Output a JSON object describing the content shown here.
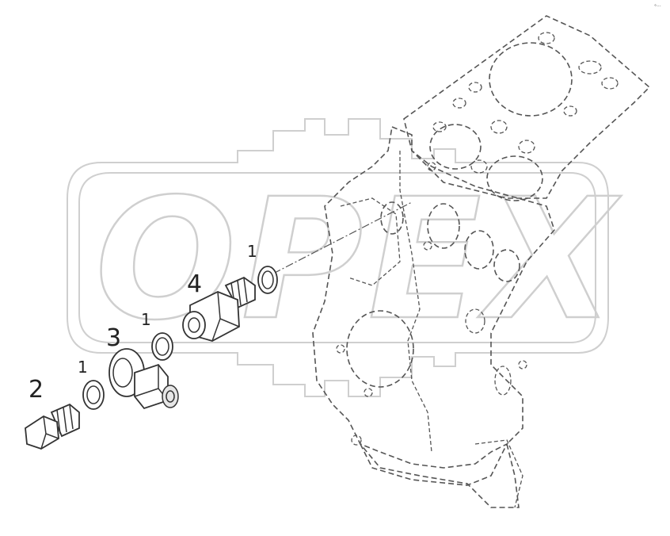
{
  "watermark": {
    "text": "OPEX"
  },
  "corner_mark": "°···",
  "callouts": {
    "c1_top": "1",
    "c4": "4",
    "c1_mid": "1",
    "c3": "3",
    "c1_low": "1",
    "c2": "2"
  },
  "parts": [
    {
      "ref": "1",
      "name": "washer"
    },
    {
      "ref": "2",
      "name": "banjo-bolt"
    },
    {
      "ref": "3",
      "name": "banjo-fitting"
    },
    {
      "ref": "4",
      "name": "adapter"
    }
  ]
}
